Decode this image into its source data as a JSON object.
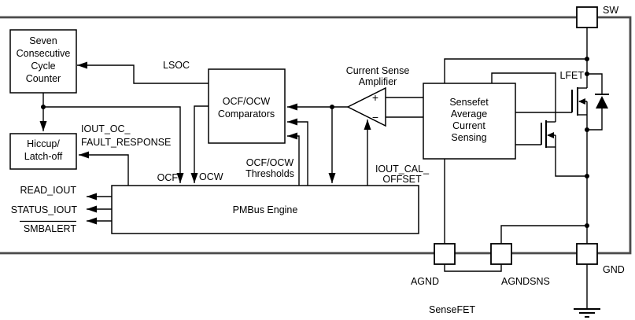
{
  "diagram": {
    "blocks": {
      "counter": {
        "lines": [
          "Seven",
          "Consecutive",
          "Cycle",
          "Counter"
        ]
      },
      "hiccup": {
        "lines": [
          "Hiccup/",
          "Latch-off"
        ]
      },
      "comparators": {
        "lines": [
          "OCF/OCW",
          "Comparators"
        ]
      },
      "pmbus": {
        "label": "PMBus Engine"
      },
      "sense_block": {
        "lines": [
          "Sensefet",
          "Average",
          "Current",
          "Sensing"
        ]
      },
      "amplifier": {
        "title_lines": [
          "Current Sense",
          "Amplifier"
        ],
        "plus": "+",
        "minus": "−"
      }
    },
    "signals": {
      "lsoc": "LSOC",
      "fault_response_lines": [
        "IOUT_OC_",
        "FAULT_RESPONSE"
      ],
      "ocf": "OCF",
      "ocw": "OCW",
      "thresholds_lines": [
        "OCF/OCW",
        "Thresholds"
      ],
      "cal_offset_lines": [
        "IOUT_CAL_",
        "OFFSET"
      ],
      "read_iout": "READ_IOUT",
      "status_iout": "STATUS_IOUT",
      "smbalert": "SMBALERT",
      "lfet": "LFET",
      "sensefet": "SenseFET"
    },
    "pins": {
      "sw": "SW",
      "agnd": "AGND",
      "agndsns": "AGNDSNS",
      "gnd": "GND"
    },
    "colors": {
      "wire": "#000000",
      "boundary": "#4a4a4a",
      "box_fill": "#ffffff"
    }
  }
}
